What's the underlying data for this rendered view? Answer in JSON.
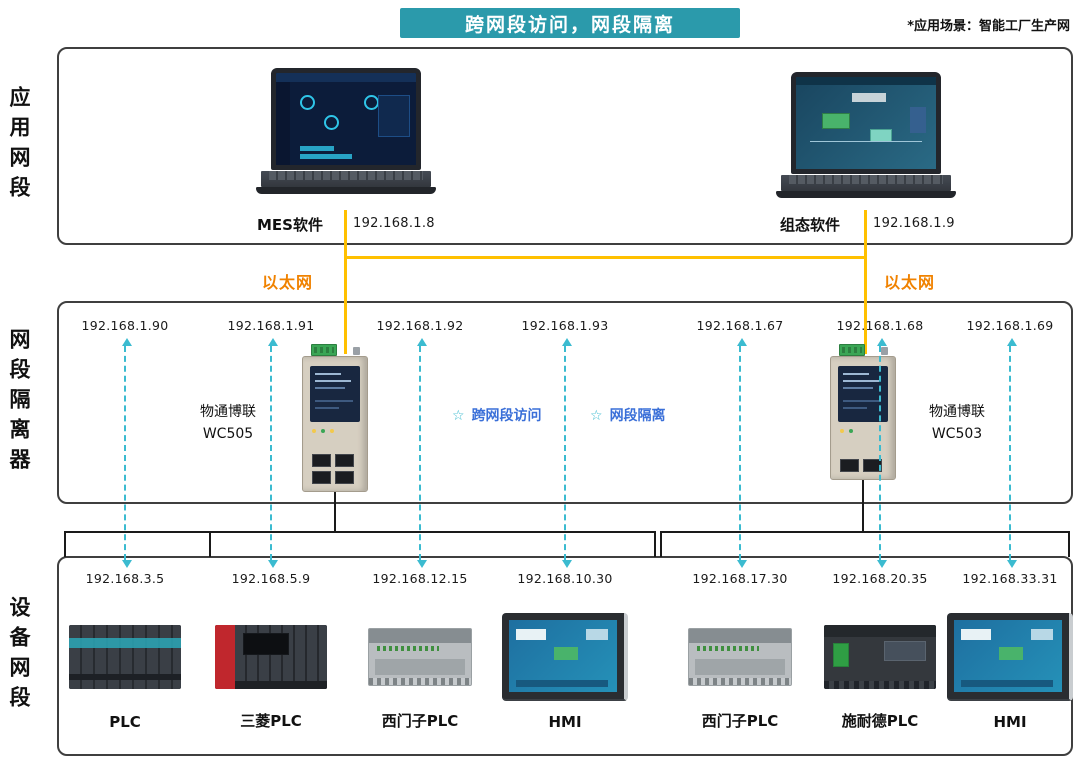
{
  "banner": {
    "title": "跨网段访问，网段隔离"
  },
  "note": "*应用场景：智能工厂生产网",
  "sections": {
    "app": "应用网段",
    "isolator": "网段隔离器",
    "device": "设备网段"
  },
  "laptops": [
    {
      "name": "MES软件",
      "ip": "192.168.1.8"
    },
    {
      "name": "组态软件",
      "ip": "192.168.1.9"
    }
  ],
  "ethernet": {
    "left": "以太网",
    "right": "以太网"
  },
  "isolator_ips": [
    "192.168.1.90",
    "192.168.1.91",
    "192.168.1.92",
    "192.168.1.93",
    "192.168.1.67",
    "192.168.1.68",
    "192.168.1.69"
  ],
  "gateways": [
    {
      "brand": "物通博联",
      "model": "WC505"
    },
    {
      "brand": "物通博联",
      "model": "WC503"
    }
  ],
  "features": [
    {
      "icon": "☆",
      "label": "跨网段访问"
    },
    {
      "icon": "☆",
      "label": "网段隔离"
    }
  ],
  "devices": [
    {
      "ip": "192.168.3.5",
      "label": "PLC"
    },
    {
      "ip": "192.168.5.9",
      "label": "三菱PLC"
    },
    {
      "ip": "192.168.12.15",
      "label": "西门子PLC"
    },
    {
      "ip": "192.168.10.30",
      "label": "HMI"
    },
    {
      "ip": "192.168.17.30",
      "label": "西门子PLC"
    },
    {
      "ip": "192.168.20.35",
      "label": "施耐德PLC"
    },
    {
      "ip": "192.168.33.31",
      "label": "HMI"
    }
  ],
  "colors": {
    "banner_bg": "#2b9aab",
    "ethernet_line": "#ffc000",
    "ethernet_text": "#f08200",
    "arrow": "#3bbbd0",
    "feature_text": "#3a6fd8",
    "wire": "#1a1a1a"
  }
}
